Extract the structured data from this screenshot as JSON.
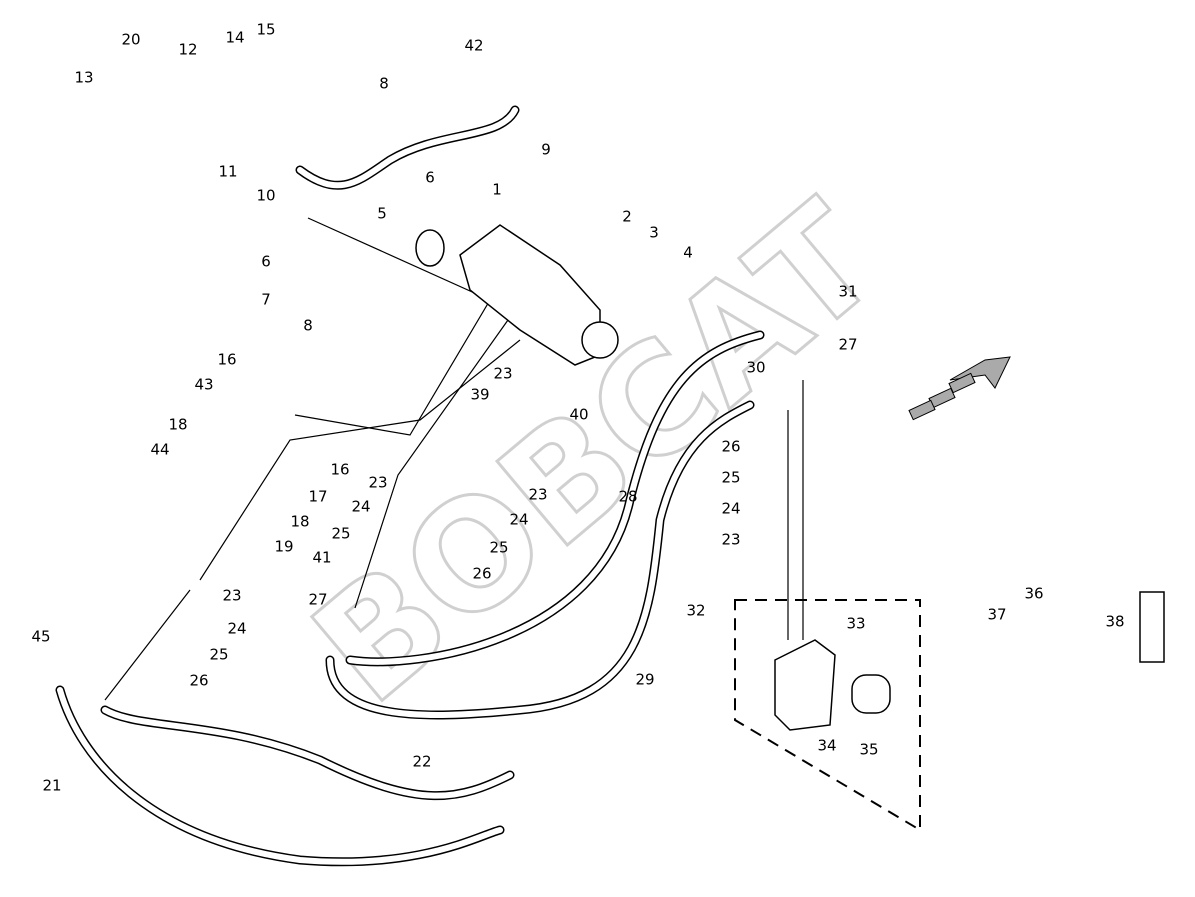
{
  "diagram": {
    "type": "exploded parts diagram",
    "watermark": "BOBCAT",
    "callouts": [
      "20",
      "12",
      "14",
      "15",
      "13",
      "42",
      "8",
      "9",
      "11",
      "10",
      "6",
      "1",
      "5",
      "2",
      "3",
      "4",
      "6",
      "7",
      "8",
      "31",
      "27",
      "30",
      "16",
      "43",
      "23",
      "39",
      "40",
      "18",
      "44",
      "16",
      "17",
      "23",
      "23",
      "24",
      "28",
      "26",
      "25",
      "24",
      "23",
      "24",
      "25",
      "18",
      "19",
      "25",
      "41",
      "26",
      "23",
      "27",
      "36",
      "37",
      "32",
      "33",
      "38",
      "24",
      "45",
      "25",
      "26",
      "29",
      "34",
      "35",
      "22",
      "21"
    ]
  }
}
